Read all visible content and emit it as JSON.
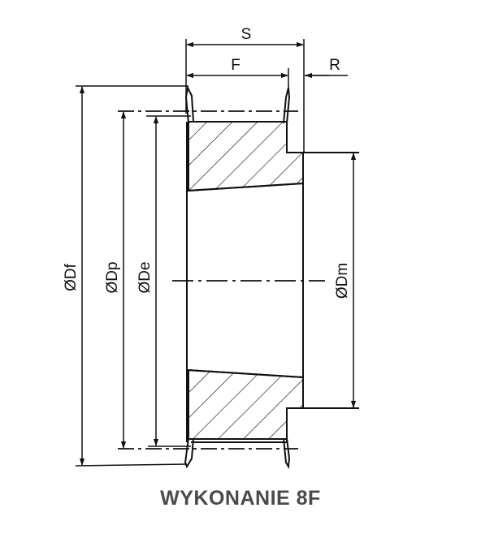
{
  "dimensions": {
    "s": "S",
    "f": "F",
    "r": "R",
    "df": "ØDf",
    "dp": "ØDp",
    "de": "ØDe",
    "dm": "ØDm"
  },
  "caption": "WYKONANIE 8F"
}
